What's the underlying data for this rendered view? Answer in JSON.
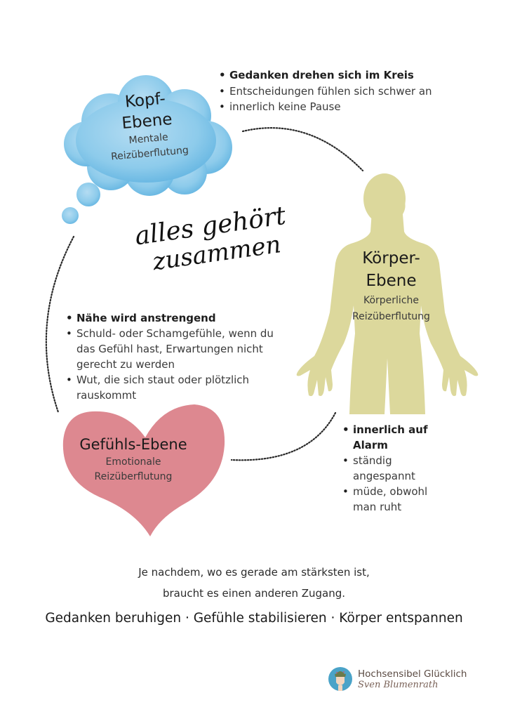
{
  "colors": {
    "cloud": "#8ccbea",
    "cloud_dark": "#5fb3e0",
    "body": "#dcd89c",
    "heart": "#dd8890",
    "dots": "#2a2a2a",
    "brand_circle": "#4aa3c8"
  },
  "kopf": {
    "shape_icon": "thought-cloud-icon",
    "title_line1": "Kopf-",
    "title_line2": "Ebene",
    "subtitle_line1": "Mentale",
    "subtitle_line2": "Reizüberflutung",
    "bullets": [
      {
        "text": "Gedanken drehen sich im Kreis",
        "bold": true
      },
      {
        "text": "Entscheidungen fühlen sich schwer an",
        "bold": false
      },
      {
        "text": "innerlich keine Pause",
        "bold": false
      }
    ]
  },
  "koerper": {
    "shape_icon": "human-silhouette-icon",
    "title_line1": "Körper-",
    "title_line2": "Ebene",
    "subtitle_line1": "Körperliche",
    "subtitle_line2": "Reizüberflutung",
    "bullets": [
      {
        "text": "innerlich auf Alarm",
        "bold": true
      },
      {
        "text": "ständig angespannt",
        "bold": false
      },
      {
        "text": "müde, obwohl man ruht",
        "bold": false
      }
    ]
  },
  "gefuehl": {
    "shape_icon": "heart-icon",
    "title": "Gefühls-Ebene",
    "subtitle_line1": "Emotionale",
    "subtitle_line2": "Reizüberflutung",
    "bullets": [
      {
        "text": "Nähe wird anstrengend",
        "bold": true
      },
      {
        "text": "Schuld- oder Schamgefühle, wenn du das Gefühl hast, Erwartungen nicht gerecht zu werden",
        "bold": false
      },
      {
        "text": "Wut, die sich staut oder plötzlich rauskommt",
        "bold": false
      }
    ]
  },
  "center_script": {
    "line1": "alles gehört",
    "line2": "zusammen"
  },
  "footer": {
    "line1": "Je nachdem, wo es gerade am stärksten ist,",
    "line2": "braucht es einen anderen Zugang.",
    "line3": "Gedanken beruhigen · Gefühle stabilisieren · Körper entspannen"
  },
  "brand": {
    "logo_icon": "avatar-head-with-plants-icon",
    "name": "Hochsensibel Glücklich",
    "signature": "Sven Blumenrath"
  }
}
